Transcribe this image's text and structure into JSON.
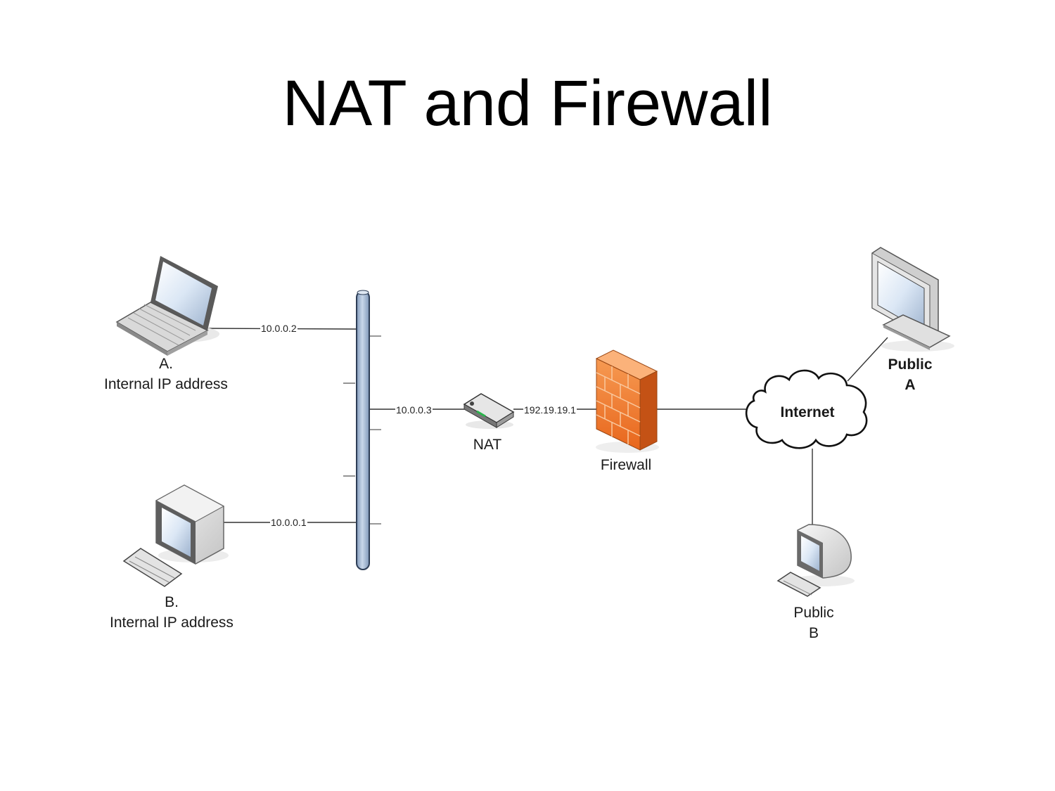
{
  "title": "NAT and Firewall",
  "nodes": {
    "laptop_a": {
      "line1": "A.",
      "line2": "Internal IP address",
      "ip": "10.0.0.2",
      "icon": "laptop-icon"
    },
    "desktop_b": {
      "line1": "B.",
      "line2": "Internal IP address",
      "ip": "10.0.0.1",
      "icon": "desktop-computer-icon"
    },
    "nat": {
      "label": "NAT",
      "ip_inside": "10.0.0.3",
      "ip_outside": "192.19.19.1",
      "icon": "router-icon"
    },
    "firewall": {
      "label": "Firewall",
      "icon": "firewall-brick-wall-icon",
      "color": "#f07a2c"
    },
    "internet": {
      "label": "Internet",
      "icon": "cloud-icon"
    },
    "public_a": {
      "line1": "Public",
      "line2": "A",
      "icon": "monitor-icon"
    },
    "public_b": {
      "line1": "Public",
      "line2": "B",
      "icon": "desktop-computer-icon"
    }
  },
  "bus": {
    "icon": "network-bus-backbone",
    "color": "#a9bfd9"
  }
}
